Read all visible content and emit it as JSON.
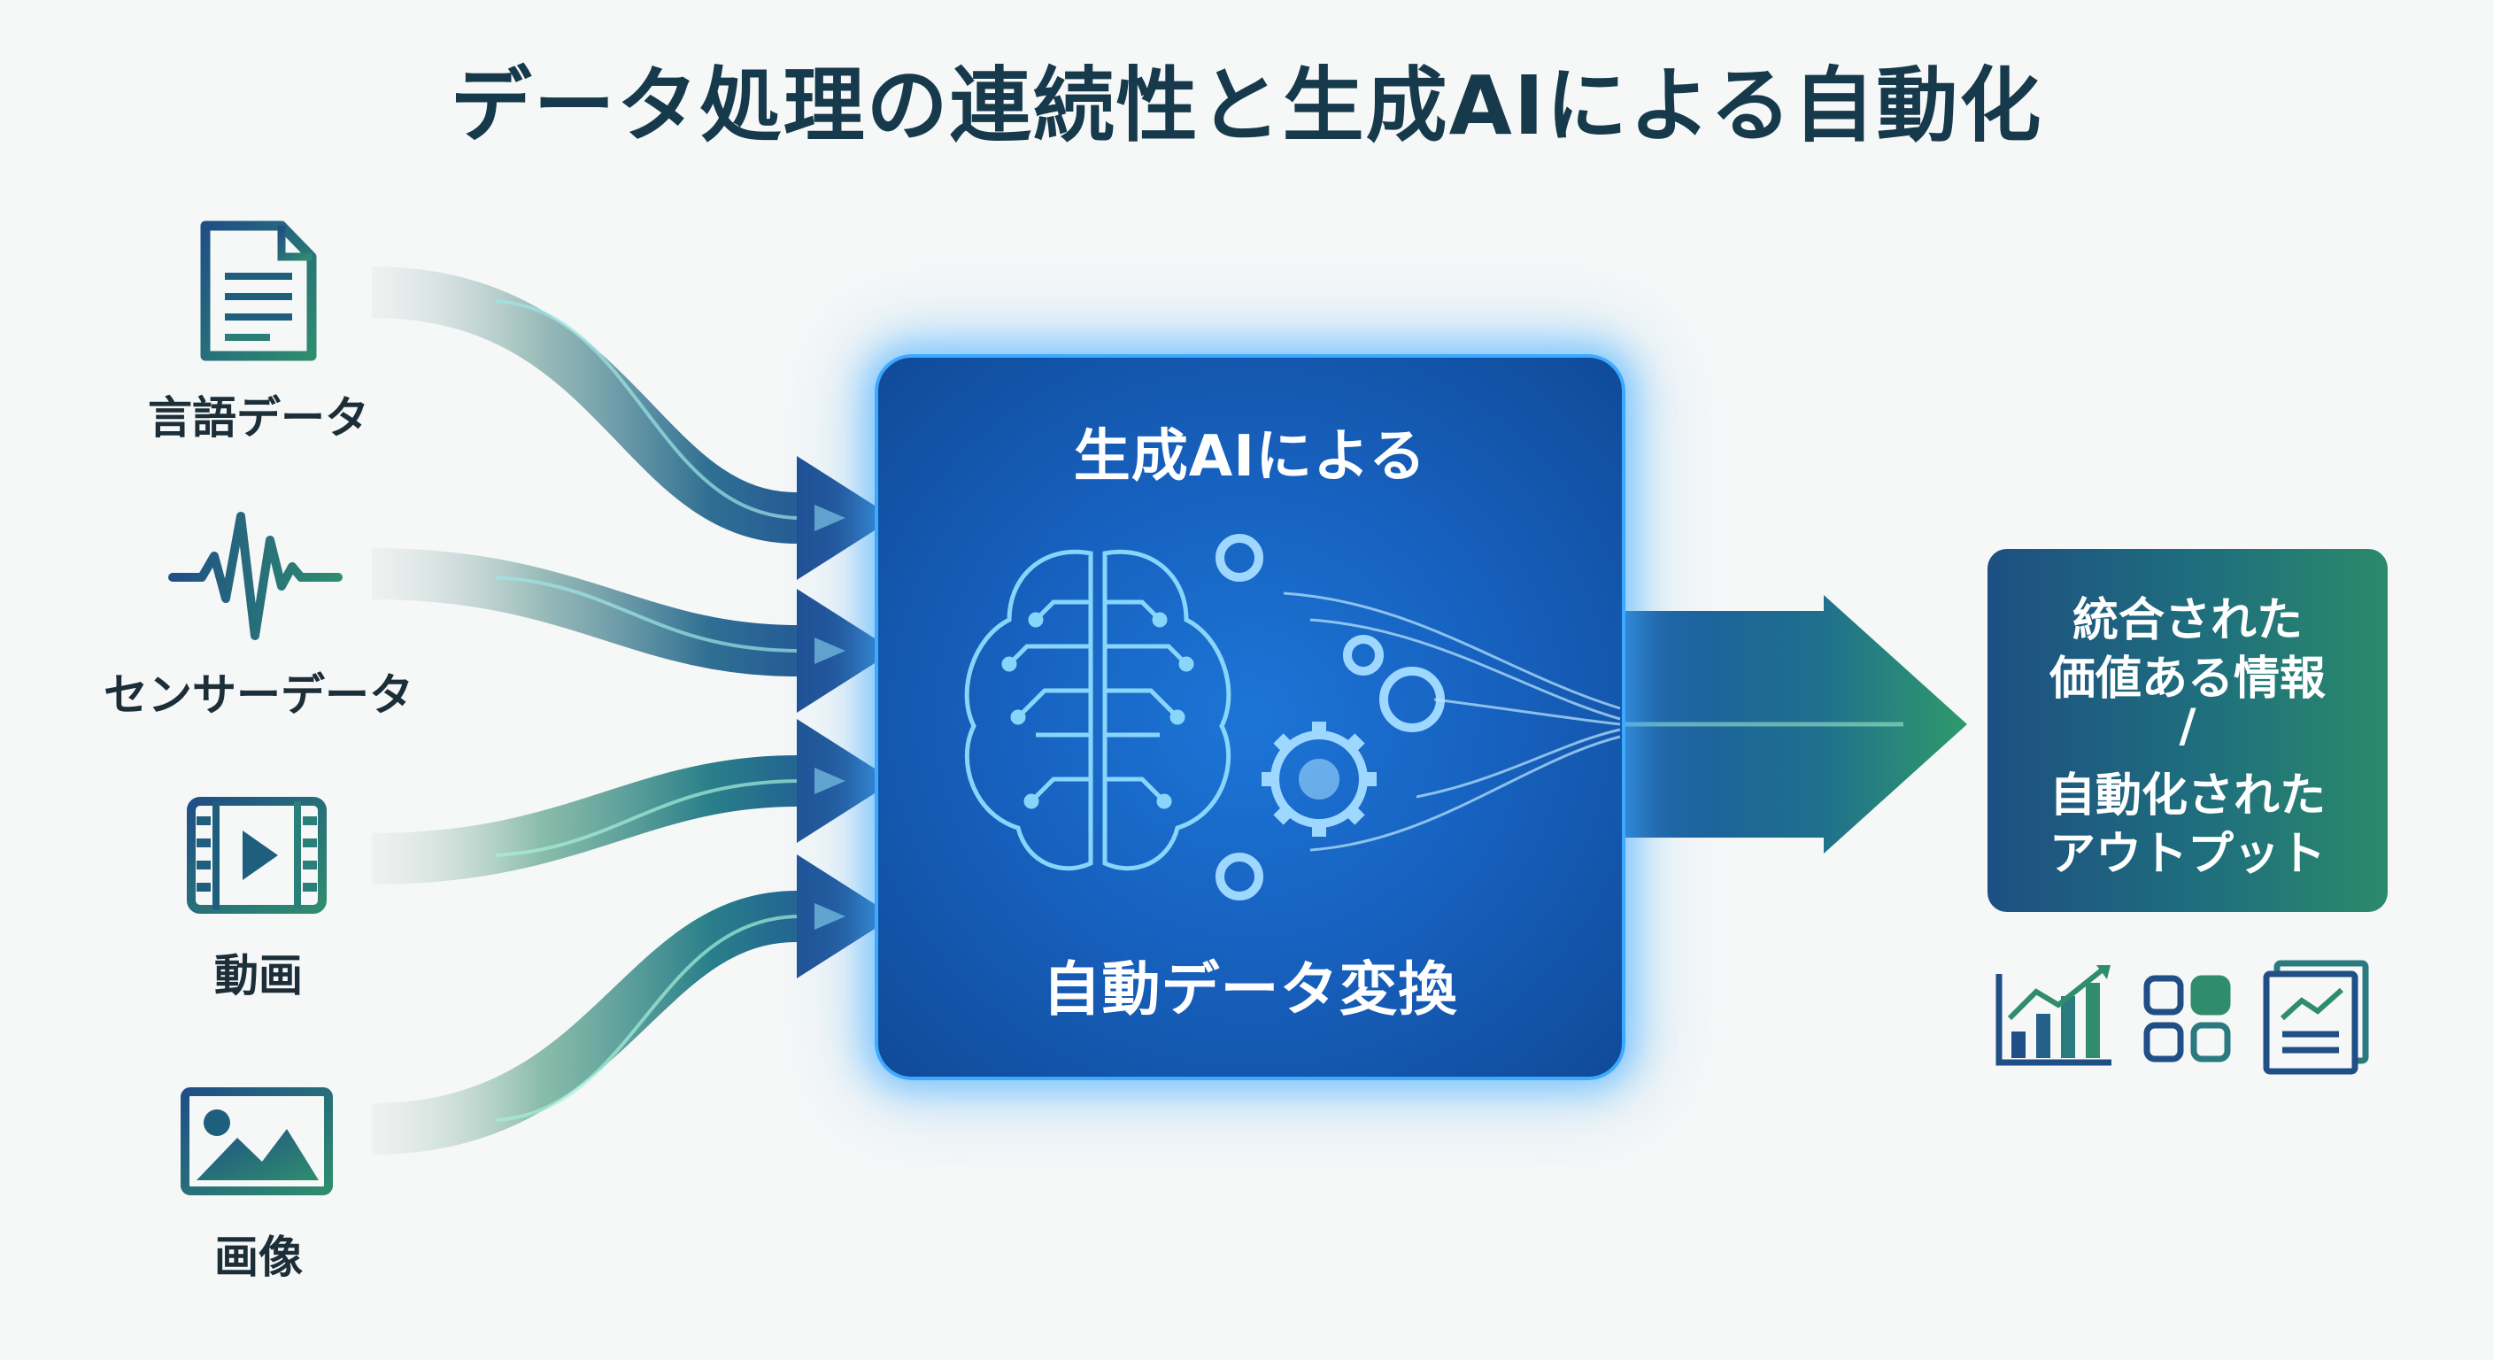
{
  "title": "データ処理の連続性と生成AIによる自動化",
  "sources": [
    {
      "label": "言語データ",
      "icon": "document-icon"
    },
    {
      "label": "センサーデータ",
      "icon": "waveform-icon"
    },
    {
      "label": "動画",
      "icon": "video-icon"
    },
    {
      "label": "画像",
      "icon": "image-icon"
    }
  ],
  "ai_box": {
    "top_label": "生成AIによる",
    "bottom_label": "自動データ変換",
    "icons": [
      "brain-circuit-icon",
      "gear-icon"
    ]
  },
  "output": {
    "lines": [
      "統合された",
      "価値ある情報",
      "/",
      "自動化された",
      "アウトプット"
    ],
    "icons": [
      "bar-chart-icon",
      "dashboard-grid-icon",
      "report-icon"
    ]
  },
  "colors": {
    "title": "#163a4c",
    "ai_box": "#1762c0",
    "ai_glow": "#3da9ff",
    "flow_blue": "#1f5b9c",
    "flow_green": "#2e8f6d",
    "icon_teal": "#1f5f7e"
  }
}
